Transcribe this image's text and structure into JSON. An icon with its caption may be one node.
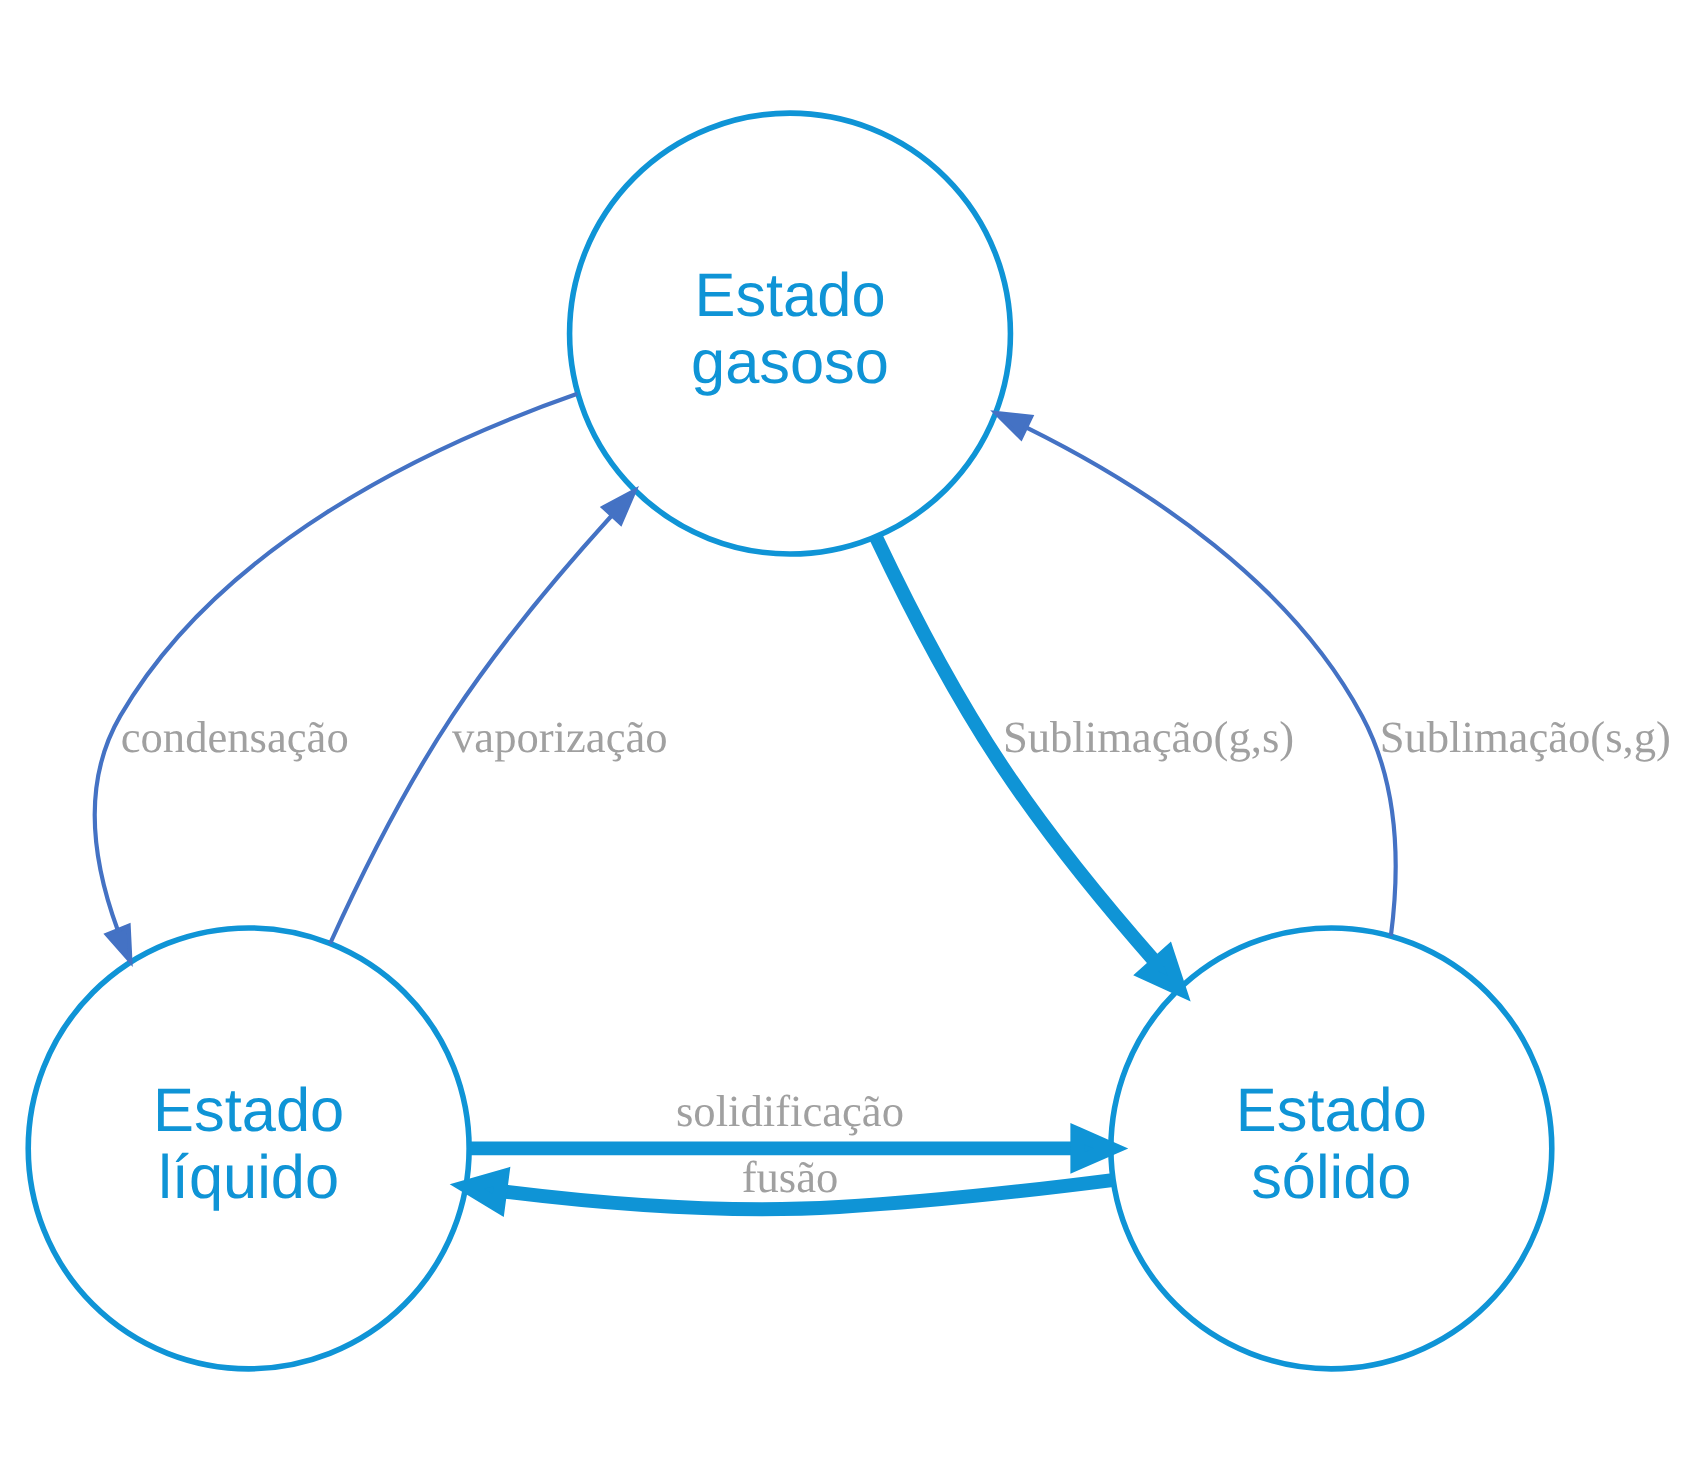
{
  "diagram": {
    "nodes": [
      {
        "text": [
          "Estado gasoso"
        ]
      },
      {
        "text": [
          "Estado líquido"
        ]
      },
      {
        "text": [
          "Estado sólido"
        ]
      }
    ],
    "edges": [
      {
        "from": 1,
        "to": 0,
        "arrow": "to",
        "label": "vaporização",
        "color": "#4472c4"
      },
      {
        "from": 0,
        "to": 1,
        "arrow": "to",
        "label": "condensação",
        "color": "#4472c4"
      },
      {
        "from": 0,
        "to": 2,
        "arrow": "to",
        "label": "Sublimação(g,s)",
        "style": "thick"
      },
      {
        "from": 2,
        "to": 0,
        "arrow": "to",
        "label": "Sublimação(s,g)",
        "color": "#4472c4"
      },
      {
        "from": 1,
        "to": 2,
        "arrow": "to",
        "label": "solidificação",
        "style": "thick"
      },
      {
        "from": 2,
        "to": 1,
        "arrow": "to",
        "label": "fusão",
        "style": "thick"
      }
    ]
  }
}
